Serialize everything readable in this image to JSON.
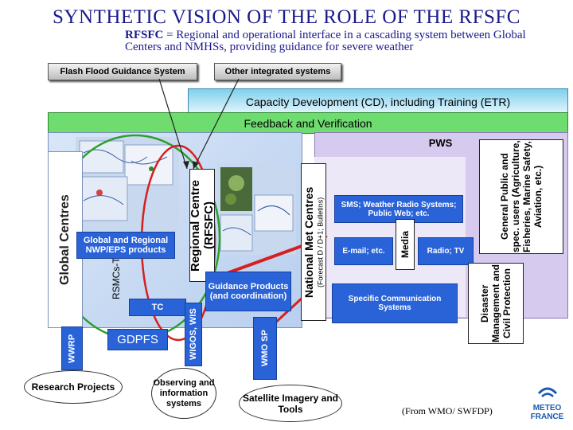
{
  "title": "SYNTHETIC VISION OF THE ROLE OF THE RFSFC",
  "subtitle": {
    "strong": "RFSFC",
    "text": " = Regional and operational interface in a cascading system between Global Centers and NMHSs,  providing guidance for severe weather"
  },
  "boxes": {
    "flash_flood": "Flash Flood Guidance System",
    "other_systems": "Other integrated systems",
    "capacity": "Capacity Development (CD), including Training (ETR)",
    "feedback": "Feedback and Verification",
    "pws": "PWS",
    "global_centres": "Global Centres",
    "rsmcs_tc": "RSMCs-TC",
    "nwp_products": "Global and Regional NWP/EPS products",
    "tc": "TC",
    "gdpfs": "GDPFS",
    "wwrp": "WWRP",
    "research": "Research Projects",
    "regional_centre": "Regional Centre (RFSFC)",
    "wigos_wis": "WIGOS, WIS",
    "observing": "Observing and information systems",
    "guidance": "Guidance Products (and coordination)",
    "wmo_sp": "WMO SP",
    "satellite": "Satellite Imagery and Tools",
    "nmc": "National Met Centres",
    "nmc_sub": "(Forecast D / D+1; Bulletins)",
    "sms": "SMS; Weather Radio Systems; Public Web; etc.",
    "email": "E-mail; etc.",
    "media": "Media",
    "radio": "Radio; TV",
    "specific": "Specific Communication Systems",
    "general_public": "General Public and spec. users (Agriculture, Fisheries, Marine Safety, Aviation, etc.)",
    "disaster": "Disaster Management and Civil Protection",
    "from": "(From WMO/ SWFDP)",
    "logo_top": "METEO",
    "logo_bottom": "FRANCE"
  },
  "colors": {
    "title": "#1a1a8c",
    "box_blue": "#2a63d8",
    "feedback_green": "#6fdc6f",
    "capacity_blue": "#7fd0ec",
    "pws_purple": "#d6cbee",
    "ellipse_green": "#2aa02a",
    "ellipse_red": "#d42020",
    "arrow_red": "#d42020",
    "logo_blue": "#1a5ab0"
  }
}
